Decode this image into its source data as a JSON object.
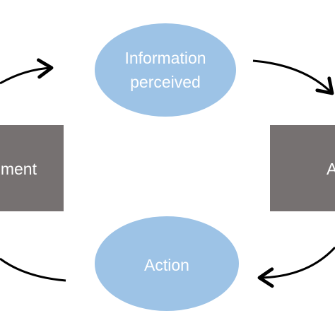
{
  "colors": {
    "ellipse_fill": "#9DC3E6",
    "box_fill": "#767171",
    "arrow_stroke": "#000000",
    "text": "#ffffff"
  },
  "nodes": {
    "info_line1": "Information",
    "info_line2": "perceived",
    "action": "Action",
    "left_box": "ment",
    "right_box": "A"
  }
}
